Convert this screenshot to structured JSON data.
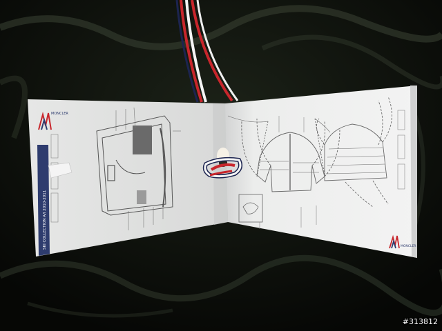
{
  "left_page": {
    "brand": "MONCLER",
    "collection": "SKI COLLECTION A/I 2010-2011"
  },
  "right_page": {
    "brand": "MONCLER"
  },
  "watermark": {
    "text": "#313812"
  },
  "colors": {
    "background": "#0b0d0a",
    "paper": "#eeeeee",
    "navy_band": "#2e3c6e",
    "tricolor_red": "#c8262c",
    "tricolor_white": "#f5f5f5",
    "tricolor_navy": "#1c2450"
  }
}
